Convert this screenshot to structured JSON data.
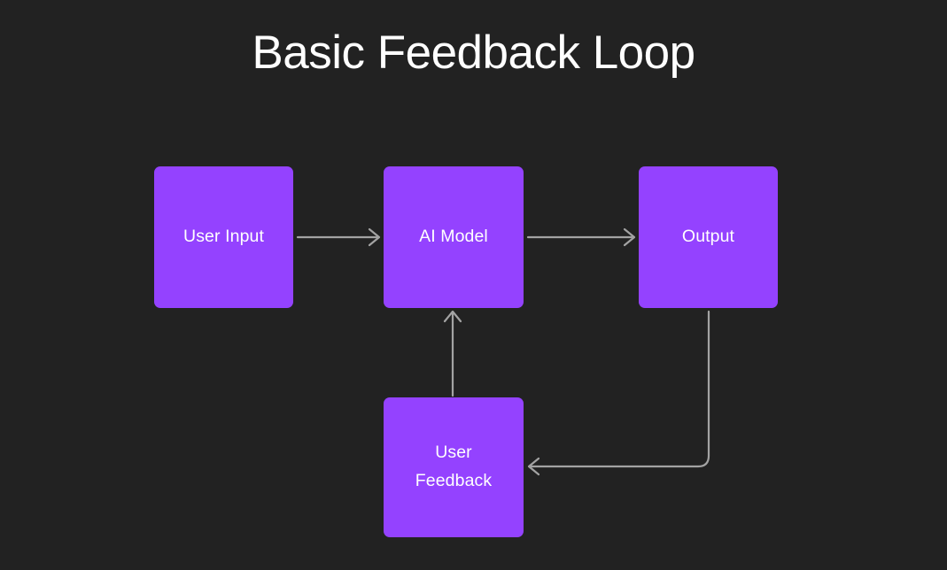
{
  "diagram": {
    "title": "Basic Feedback Loop",
    "type": "flowchart",
    "background_color": "#222222",
    "node_color": "#9442ff",
    "node_text_color": "#ffffff",
    "connector_color": "#a3a3a3",
    "nodes": [
      {
        "id": "user-input",
        "label": "User Input"
      },
      {
        "id": "ai-model",
        "label": "AI Model"
      },
      {
        "id": "output",
        "label": "Output"
      },
      {
        "id": "user-feedback",
        "label": "User\nFeedback"
      }
    ],
    "connectors": [
      {
        "id": "user-input-to-ai-model",
        "from": "user-input",
        "to": "ai-model",
        "direction": "right"
      },
      {
        "id": "ai-model-to-output",
        "from": "ai-model",
        "to": "output",
        "direction": "right"
      },
      {
        "id": "output-to-user-feedback",
        "from": "output",
        "to": "user-feedback",
        "direction": "left"
      },
      {
        "id": "user-feedback-to-ai-model",
        "from": "user-feedback",
        "to": "ai-model",
        "direction": "up"
      }
    ]
  }
}
